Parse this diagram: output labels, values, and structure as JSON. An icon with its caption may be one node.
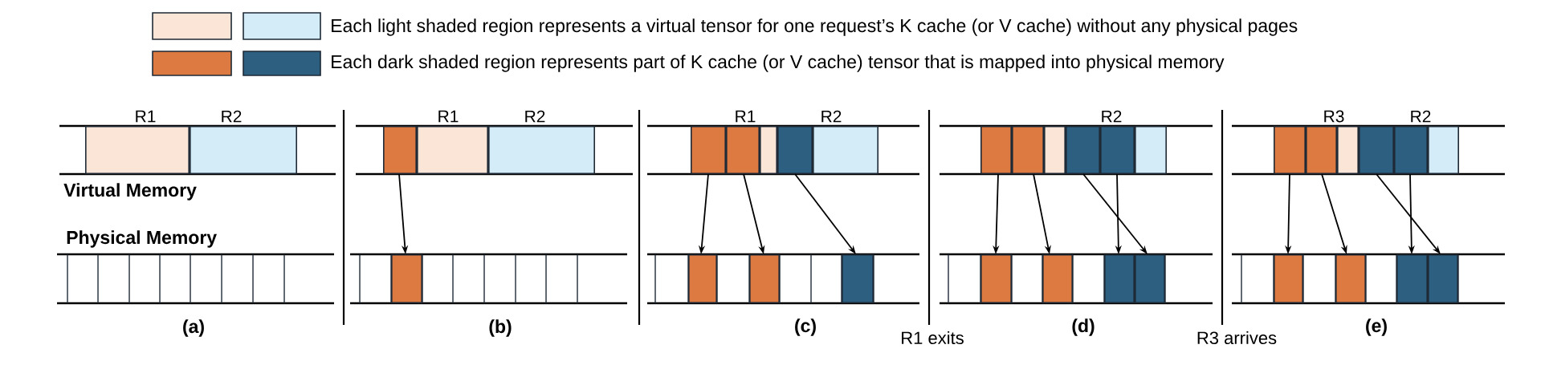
{
  "diagram": {
    "nodes": [
      {
        "text": [],
        "shape": "box"
      },
      {
        "text": [],
        "shape": "box"
      },
      {
        "text": [],
        "shape": "box"
      },
      {
        "text": [],
        "shape": "box"
      },
      {
        "text": [],
        "shape": "box"
      },
      {
        "text": [],
        "shape": "box"
      },
      {
        "text": [],
        "shape": "box"
      },
      {
        "text": [],
        "shape": "box"
      },
      {
        "text": [],
        "shape": "box"
      },
      {
        "text": [],
        "shape": "box"
      },
      {
        "text": [],
        "shape": "box"
      },
      {
        "text": [],
        "shape": "box"
      },
      {
        "text": [],
        "shape": "box"
      },
      {
        "text": [],
        "shape": "box"
      },
      {
        "text": [],
        "shape": "box"
      },
      {
        "text": [],
        "shape": "box"
      },
      {
        "text": [],
        "shape": "box"
      },
      {
        "text": [],
        "shape": "box"
      },
      {
        "text": [],
        "shape": "box"
      },
      {
        "text": [],
        "shape": "box"
      },
      {
        "text": [],
        "shape": "box"
      },
      {
        "text": [],
        "shape": "box"
      },
      {
        "text": [],
        "shape": "box"
      },
      {
        "text": [],
        "shape": "box"
      },
      {
        "text": [],
        "shape": "box"
      },
      {
        "text": [],
        "shape": "box"
      },
      {
        "text": [],
        "shape": "box"
      },
      {
        "text": [],
        "shape": "box"
      },
      {
        "text": [],
        "shape": "box"
      },
      {
        "text": [],
        "shape": "box"
      },
      {
        "text": [],
        "shape": "box"
      },
      {
        "text": [],
        "shape": "box"
      },
      {
        "text": [],
        "shape": "box"
      },
      {
        "text": [],
        "shape": "box"
      }
    ],
    "edges": [
      {
        "from": 2,
        "to": 5,
        "arrow": "to"
      },
      {
        "from": 6,
        "to": 11,
        "arrow": "to"
      },
      {
        "from": 7,
        "to": 12,
        "arrow": "to"
      },
      {
        "from": 9,
        "to": 13,
        "arrow": "to"
      },
      {
        "from": 14,
        "to": 20,
        "arrow": "to"
      },
      {
        "from": 15,
        "to": 21,
        "arrow": "to"
      },
      {
        "from": 17,
        "to": 23,
        "arrow": "to"
      },
      {
        "from": 18,
        "to": 22,
        "arrow": "to"
      },
      {
        "from": 24,
        "to": 30,
        "arrow": "to"
      },
      {
        "from": 25,
        "to": 31,
        "arrow": "to"
      },
      {
        "from": 27,
        "to": 33,
        "arrow": "to"
      },
      {
        "from": 28,
        "to": 32,
        "arrow": "to"
      }
    ],
    "labels": [
      "R1",
      "R2",
      "Virtual Memory",
      "Physical Memory",
      "(a)",
      "R1",
      "R2",
      "(b)",
      "R1",
      "R2",
      "(c)",
      "R1 exits",
      "R2",
      "(d)",
      "R3 arrives",
      "R3",
      "R2",
      "(e)"
    ],
    "legend": [
      {
        "text": "Each light shaded region represents a virtual tensor for one request’s K cache (or V cache) without any physical pages",
        "color": "#fbe5d6"
      },
      {
        "text": "Each dark shaded region represents part of K cache (or V cache) tensor that is mapped into physical memory",
        "color": "#dd7a42"
      }
    ]
  }
}
